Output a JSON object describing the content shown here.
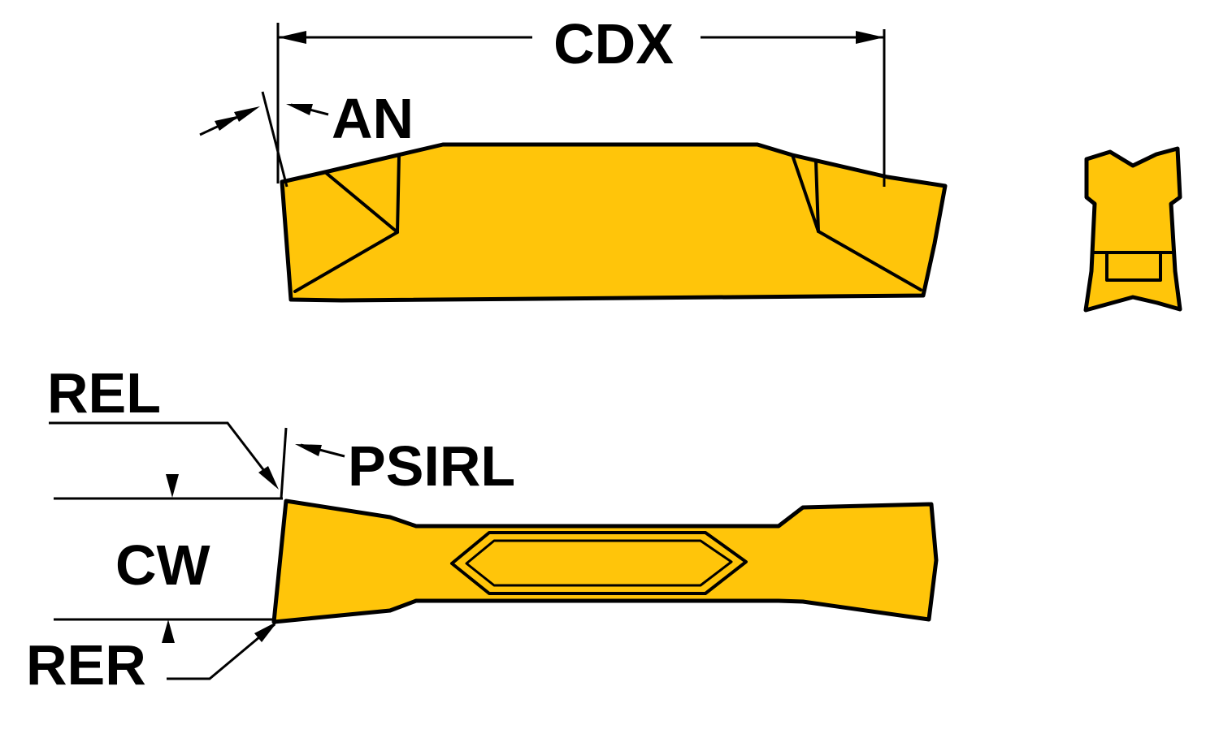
{
  "diagram": {
    "labels": {
      "cdx": "CDX",
      "an": "AN",
      "rel": "REL",
      "psirl": "PSIRL",
      "cw": "CW",
      "rer": "RER"
    },
    "colors": {
      "insert_fill": "#FFC50A",
      "outline": "#000000",
      "background": "#FFFFFF"
    }
  }
}
